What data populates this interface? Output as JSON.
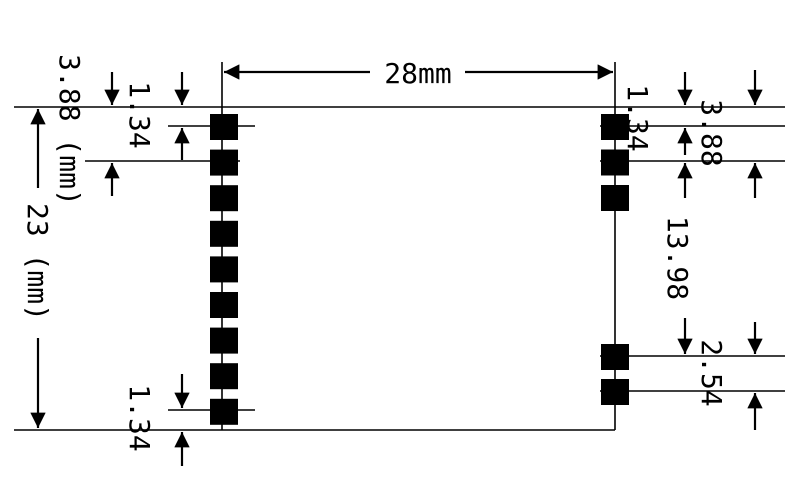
{
  "labels": {
    "width": "28mm",
    "height": "23 (mm)",
    "left_top_offset": "3.88 (mm)",
    "left_top_pitch": "1.34",
    "left_bottom_pitch": "1.34",
    "right_top_pitch": "1.34",
    "right_top_offset": "3.88",
    "right_span": "13.98",
    "right_bottom_pitch": "2.54"
  },
  "pads": {
    "left_column_count": 9,
    "right_top_count": 3,
    "right_bottom_count": 2,
    "color": "#000000"
  }
}
